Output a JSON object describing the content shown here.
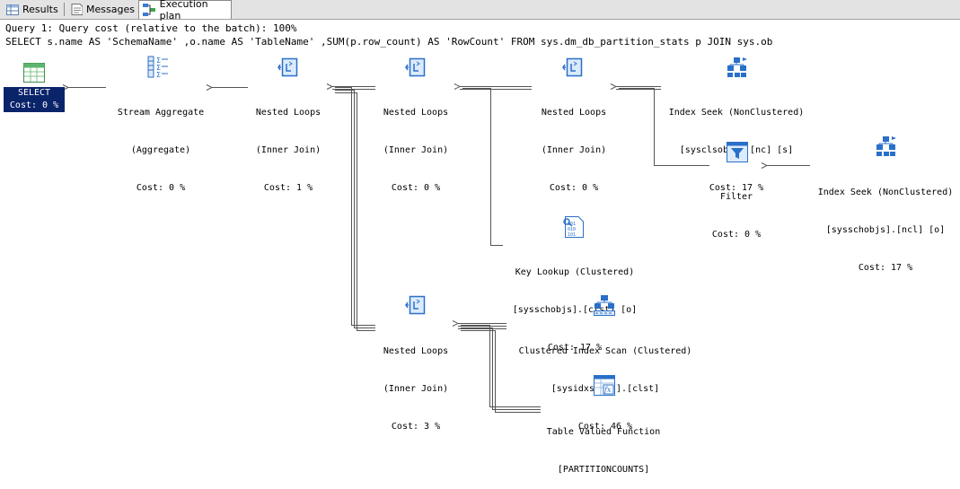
{
  "tabs": [
    {
      "label": "Results",
      "icon": "grid-icon"
    },
    {
      "label": "Messages",
      "icon": "messages-icon"
    },
    {
      "label": "Execution plan",
      "icon": "execution-plan-icon"
    }
  ],
  "query": {
    "cost_line": "Query 1: Query cost (relative to the batch): 100%",
    "sql_line": "SELECT s.name AS 'SchemaName' ,o.name AS 'TableName' ,SUM(p.row_count) AS 'RowCount' FROM sys.dm_db_partition_stats p JOIN sys.ob"
  },
  "nodes": {
    "select": {
      "title": "SELECT",
      "cost": "Cost: 0 %",
      "icon": "select-result-icon"
    },
    "stream_aggregate": {
      "title": "Stream Aggregate",
      "sub": "(Aggregate)",
      "cost": "Cost: 0 %",
      "icon": "stream-aggregate-icon"
    },
    "nested_loops_1": {
      "title": "Nested Loops",
      "sub": "(Inner Join)",
      "cost": "Cost: 1 %",
      "icon": "nested-loops-icon"
    },
    "nested_loops_2": {
      "title": "Nested Loops",
      "sub": "(Inner Join)",
      "cost": "Cost: 0 %",
      "icon": "nested-loops-icon"
    },
    "nested_loops_3": {
      "title": "Nested Loops",
      "sub": "(Inner Join)",
      "cost": "Cost: 0 %",
      "icon": "nested-loops-icon"
    },
    "index_seek_1": {
      "title": "Index Seek (NonClustered)",
      "sub": "[sysclsobjs].[nc] [s]",
      "cost": "Cost: 17 %",
      "icon": "index-seek-icon"
    },
    "filter": {
      "title": "Filter",
      "cost": "Cost: 0 %",
      "icon": "filter-icon"
    },
    "index_seek_2": {
      "title": "Index Seek (NonClustered)",
      "sub": "[sysschobjs].[ncl] [o]",
      "cost": "Cost: 17 %",
      "icon": "index-seek-icon"
    },
    "key_lookup": {
      "title": "Key Lookup (Clustered)",
      "sub": "[sysschobjs].[clst] [o]",
      "cost": "Cost: 17 %",
      "icon": "key-lookup-icon"
    },
    "nested_loops_4": {
      "title": "Nested Loops",
      "sub": "(Inner Join)",
      "cost": "Cost: 3 %",
      "icon": "nested-loops-icon"
    },
    "clustered_index_scan": {
      "title": "Clustered Index Scan (Clustered)",
      "sub": "[sysidxstats].[clst]",
      "cost": "Cost: 46 %",
      "icon": "clustered-index-scan-icon"
    },
    "table_valued_function": {
      "title": "Table Valued Function",
      "sub": "[PARTITIONCOUNTS]",
      "icon": "table-valued-function-icon"
    }
  },
  "colors": {
    "selection": "#0a246a",
    "icon_blue": "#2a6fc9",
    "edge": "#555555"
  }
}
